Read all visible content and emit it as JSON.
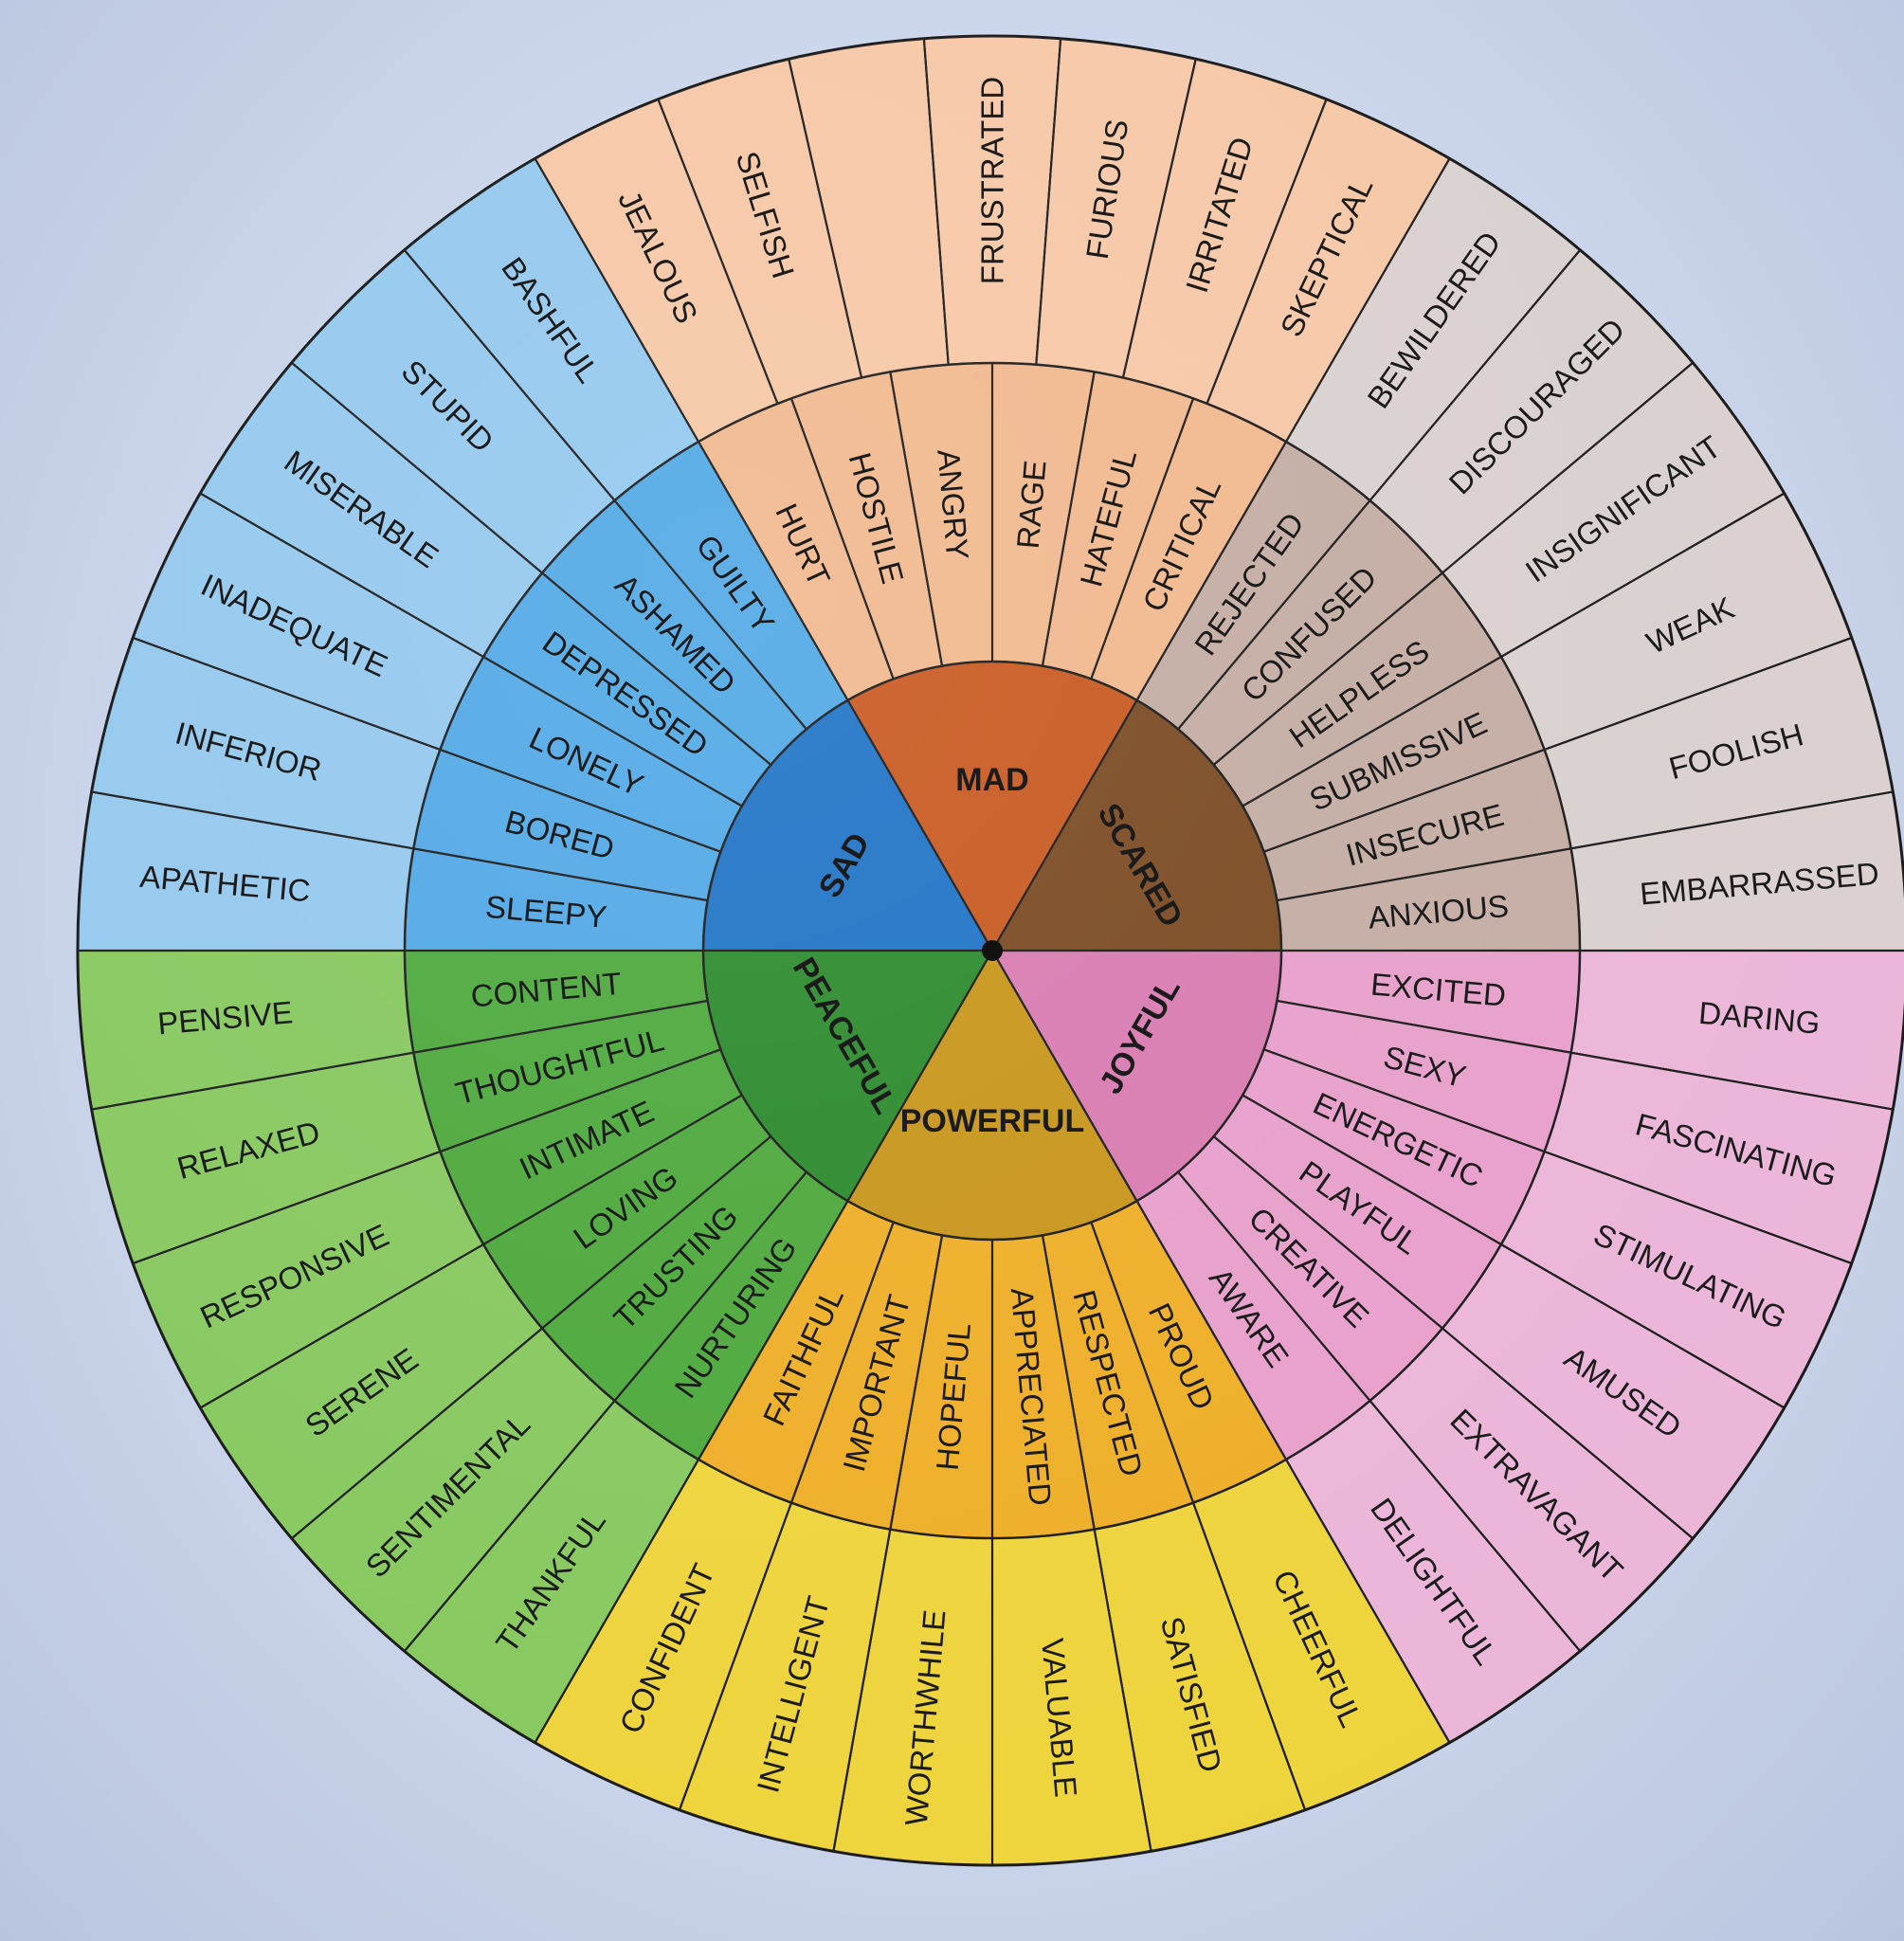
{
  "wheel": {
    "order": [
      "mad",
      "scared",
      "joyful",
      "powerful",
      "peaceful",
      "sad"
    ],
    "emotions": {
      "mad": {
        "label": "MAD",
        "colors": {
          "core": "#c8581f",
          "middle": "#f1b88d",
          "outer": "#f6c7a5"
        },
        "secondary": [
          {
            "label": "HURT",
            "tertiary": [
              "JEALOUS",
              "SELFISH"
            ]
          },
          {
            "label": "HOSTILE",
            "tertiary": []
          },
          {
            "label": "ANGRY",
            "tertiary": [
              "FRUSTRATED"
            ]
          },
          {
            "label": "RAGE",
            "tertiary": [
              "FURIOUS"
            ]
          },
          {
            "label": "HATEFUL",
            "tertiary": [
              "IRRITATED"
            ]
          },
          {
            "label": "CRITICAL",
            "tertiary": [
              "SKEPTICAL"
            ]
          }
        ]
      },
      "scared": {
        "label": "SCARED",
        "colors": {
          "core": "#7a4a22",
          "middle": "#c3aca3",
          "outer": "#d9d0cf"
        },
        "secondary": [
          {
            "label": "REJECTED",
            "tertiary": [
              "BEWILDERED"
            ]
          },
          {
            "label": "CONFUSED",
            "tertiary": [
              "DISCOURAGED"
            ]
          },
          {
            "label": "HELPLESS",
            "tertiary": [
              "INSIGNIFICANT"
            ]
          },
          {
            "label": "SUBMISSIVE",
            "tertiary": [
              "WEAK"
            ]
          },
          {
            "label": "INSECURE",
            "tertiary": [
              "FOOLISH"
            ]
          },
          {
            "label": "ANXIOUS",
            "tertiary": [
              "EMBARRASSED"
            ]
          }
        ]
      },
      "joyful": {
        "label": "JOYFUL",
        "colors": {
          "core": "#d97bb1",
          "middle": "#e79fcb",
          "outer": "#ebb5d8"
        },
        "secondary": [
          {
            "label": "EXCITED",
            "tertiary": [
              "DARING"
            ]
          },
          {
            "label": "SEXY",
            "tertiary": [
              "FASCINATING"
            ]
          },
          {
            "label": "ENERGETIC",
            "tertiary": [
              "STIMULATING"
            ]
          },
          {
            "label": "PLAYFUL",
            "tertiary": [
              "AMUSED"
            ]
          },
          {
            "label": "CREATIVE",
            "tertiary": [
              "EXTRAVAGANT"
            ]
          },
          {
            "label": "AWARE",
            "tertiary": [
              "DELIGHTFUL"
            ]
          }
        ]
      },
      "powerful": {
        "label": "POWERFUL",
        "colors": {
          "core": "#c8951a",
          "middle": "#eeae26",
          "outer": "#eed43b"
        },
        "secondary": [
          {
            "label": "PROUD",
            "tertiary": [
              "CHEERFUL"
            ]
          },
          {
            "label": "RESPECTED",
            "tertiary": [
              "SATISFIED"
            ]
          },
          {
            "label": "APPRECIATED",
            "tertiary": [
              "VALUABLE"
            ]
          },
          {
            "label": "HOPEFUL",
            "tertiary": [
              "WORTHWHILE"
            ]
          },
          {
            "label": "IMPORTANT",
            "tertiary": [
              "INTELLIGENT"
            ]
          },
          {
            "label": "FAITHFUL",
            "tertiary": [
              "CONFIDENT"
            ]
          }
        ]
      },
      "peaceful": {
        "label": "PEACEFUL",
        "colors": {
          "core": "#2b8a2c",
          "middle": "#4ca83b",
          "outer": "#86c85e"
        },
        "secondary": [
          {
            "label": "NURTURING",
            "tertiary": [
              "THANKFUL"
            ]
          },
          {
            "label": "TRUSTING",
            "tertiary": [
              "SENTIMENTAL"
            ]
          },
          {
            "label": "LOVING",
            "tertiary": [
              "SERENE"
            ]
          },
          {
            "label": "INTIMATE",
            "tertiary": [
              "RESPONSIVE"
            ]
          },
          {
            "label": "THOUGHTFUL",
            "tertiary": [
              "RELAXED"
            ]
          },
          {
            "label": "CONTENT",
            "tertiary": [
              "PENSIVE"
            ]
          }
        ]
      },
      "sad": {
        "label": "SAD",
        "colors": {
          "core": "#1e73c6",
          "middle": "#50a8e6",
          "outer": "#93c8ee"
        },
        "secondary": [
          {
            "label": "SLEEPY",
            "tertiary": [
              "APATHETIC"
            ]
          },
          {
            "label": "BORED",
            "tertiary": [
              "INFERIOR"
            ]
          },
          {
            "label": "LONELY",
            "tertiary": [
              "INADEQUATE"
            ]
          },
          {
            "label": "DEPRESSED",
            "tertiary": [
              "MISERABLE"
            ]
          },
          {
            "label": "ASHAMED",
            "tertiary": [
              "STUPID"
            ]
          },
          {
            "label": "GUILTY",
            "tertiary": [
              "BASHFUL"
            ]
          }
        ]
      }
    }
  }
}
